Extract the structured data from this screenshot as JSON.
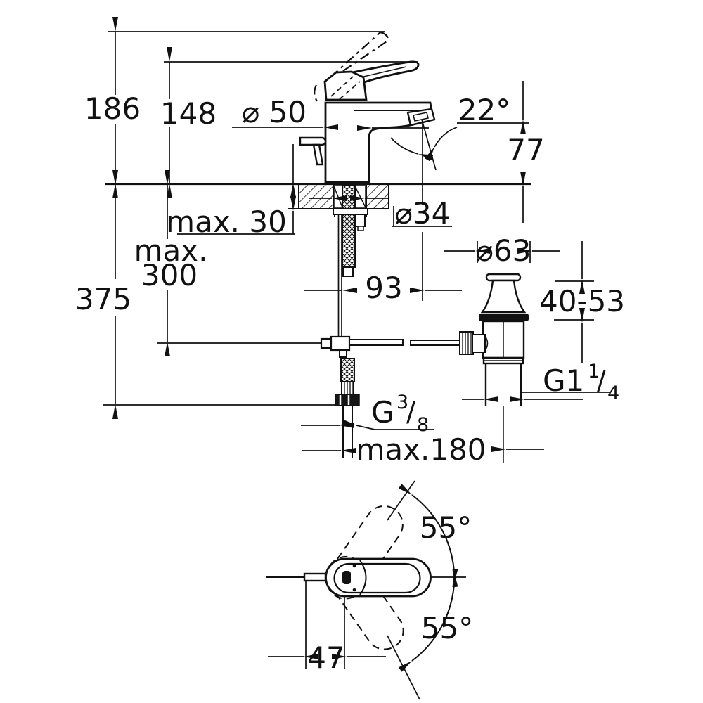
{
  "drawing": {
    "type": "technical-dimension-drawing",
    "subject": "single-lever basin mixer faucet with pop-up waste, side view and top view",
    "colors": {
      "background": "#ffffff",
      "line": "#111111"
    },
    "labels": {
      "total_height": "186",
      "lever_height": "148",
      "depth_below_deck": "375",
      "rod_max_line1": "max.",
      "rod_max_line2": "300",
      "deck_thickness": "max. 30",
      "body_diameter": "⌀ 50",
      "spout_angle": "22°",
      "spout_height": "77",
      "hole_diameter": "⌀34",
      "spout_reach": "93",
      "waste_diameter": "⌀63",
      "waste_height_range": "40-53",
      "waste_thread": {
        "base": "G1",
        "sup": "1",
        "slash": "/",
        "sub": "4"
      },
      "supply_thread": {
        "base": "G",
        "sup": "3",
        "slash": "/",
        "sub": "8"
      },
      "hose_max_offset": "max.180",
      "swivel_angle_upper": "55°",
      "swivel_angle_lower": "55°",
      "handle_offset": "47"
    }
  }
}
